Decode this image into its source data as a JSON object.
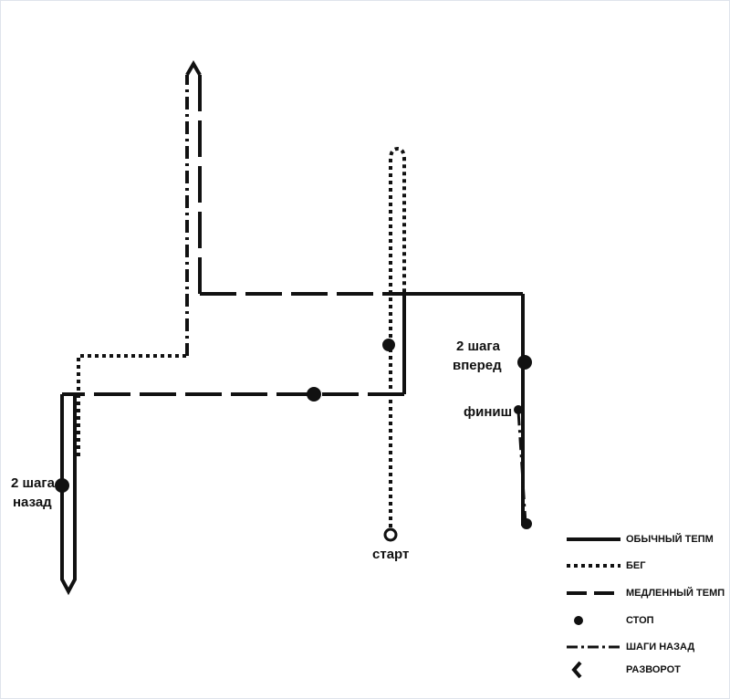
{
  "labels": {
    "two_steps_forward_line1": "2 шага",
    "two_steps_forward_line2": "вперед",
    "two_steps_back_line1": "2 шага",
    "two_steps_back_line2": "назад",
    "finish": "финиш",
    "start": "старт"
  },
  "legend": {
    "normal_pace": "ОБЫЧНЫЙ ТЕПМ",
    "run": "БЕГ",
    "slow_pace": "МЕДЛЕННЫЙ ТЕМП",
    "stop": "СТОП",
    "steps_back": "ШАГИ НАЗАД",
    "u_turn": "РАЗВОРОТ"
  },
  "colors": {
    "ink": "#111111",
    "background": "#ffffff"
  }
}
